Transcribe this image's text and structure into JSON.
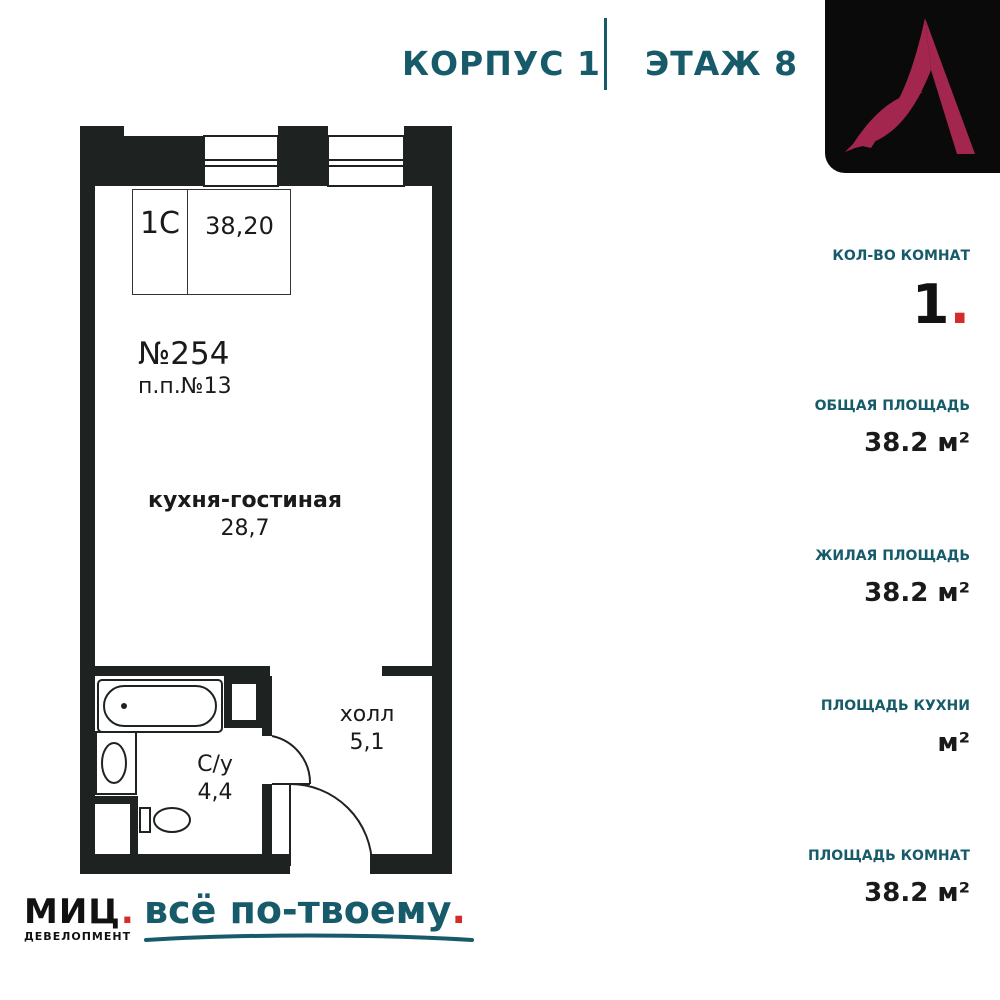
{
  "header": {
    "building": "КОРПУС 1",
    "floor": "ЭТАЖ 8"
  },
  "plan": {
    "badge_type": "1С",
    "badge_area": "38,20",
    "apartment_number": "№254",
    "pp_number": "п.п.№13",
    "kitchen_living_label": "кухня-гостиная",
    "kitchen_living_area": "28,7",
    "hall_label": "холл",
    "hall_area": "5,1",
    "bathroom_label": "С/у",
    "bathroom_area": "4,4"
  },
  "stats": {
    "rooms_label": "КОЛ-ВО КОМНАТ",
    "rooms_value": "1",
    "total_area_label": "ОБЩАЯ ПЛОЩАДЬ",
    "total_area_value": "38.2 м²",
    "living_area_label": "ЖИЛАЯ ПЛОЩАДЬ",
    "living_area_value": "38.2 м²",
    "kitchen_area_label": "ПЛОЩАДЬ КУХНИ",
    "kitchen_area_value": "м²",
    "room_area_label": "ПЛОЩАДЬ КОМНАТ",
    "room_area_value": "38.2 м²"
  },
  "footer": {
    "brand_name": "МИЦ",
    "brand_sub": "ДЕВЕЛОПМЕНТ",
    "slogan": "всё по-твоему"
  },
  "colors": {
    "accent": "#175b6a",
    "red": "#d62b2b",
    "logo_bg": "#0a0a0a",
    "logo_letter": "#a3264e",
    "wall": "#1e2322"
  }
}
